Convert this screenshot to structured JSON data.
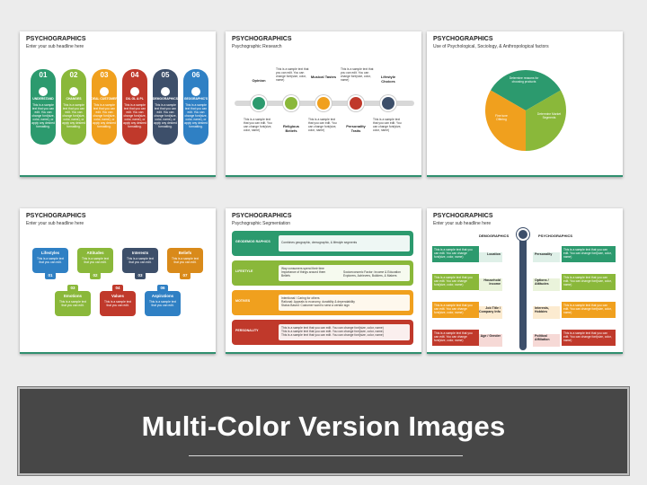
{
  "slides": {
    "s1": {
      "title": "PSYCHOGRAPHICS",
      "subtitle": "Enter your sub headline here",
      "items": [
        {
          "num": "01",
          "label": "UNDERSTAND",
          "color": "#2c9a6e"
        },
        {
          "num": "02",
          "label": "CHANGES",
          "color": "#8ab83a"
        },
        {
          "num": "03",
          "label": "DEAL CUSTOMER",
          "color": "#f0a01e"
        },
        {
          "num": "04",
          "label": "DIL GL & PL",
          "color": "#c0392b"
        },
        {
          "num": "05",
          "label": "DEMOGRAPHICS",
          "color": "#3d4f6a"
        },
        {
          "num": "06",
          "label": "GEOGRAPHIC'S",
          "color": "#2f80c4"
        }
      ],
      "body": "This is a sample text that you can edit. You can change font(size, color, name), or apply any desired formatting."
    },
    "s2": {
      "title": "PSYCHOGRAPHICS",
      "subtitle": "Psychographic Research",
      "top": [
        {
          "label": "Opinion"
        },
        {
          "label": "Musical Tastes"
        },
        {
          "label": "Lifestyle Choices"
        }
      ],
      "bottom": [
        {
          "label": "Religious Beliefs"
        },
        {
          "label": "Personality Traits"
        }
      ],
      "text": "This is a sample text that you can edit. You can change font(size, color, name)",
      "colors": [
        "#2c9a6e",
        "#8ab83a",
        "#f0a01e",
        "#c0392b",
        "#3d4f6a"
      ]
    },
    "s3": {
      "title": "PSYCHOGRAPHICS",
      "subtitle": "Use of Psychological, Sociology, & Anthropological factors",
      "sectors": [
        "Determine reasons for choosing products",
        "Determine Market Segments",
        "Fine tune Offering"
      ],
      "colors": [
        "#2c9a6e",
        "#8ab83a",
        "#f0a01e"
      ]
    },
    "s4": {
      "title": "PSYCHOGRAPHICS",
      "subtitle": "Enter your sub headline here",
      "top": [
        {
          "label": "Lifestyles",
          "num": "01",
          "color": "#2f80c4"
        },
        {
          "label": "Attitudes",
          "num": "02",
          "color": "#8ab83a"
        },
        {
          "label": "Interests",
          "num": "03",
          "color": "#3d4f6a"
        },
        {
          "label": "Beliefs",
          "num": "07",
          "color": "#d98a1a"
        }
      ],
      "bottom": [
        {
          "label": "Emotions",
          "num": "03",
          "color": "#8ab83a"
        },
        {
          "label": "Values",
          "num": "04",
          "color": "#c0392b"
        },
        {
          "label": "Aspirations",
          "num": "06",
          "color": "#2f80c4"
        }
      ],
      "text": "This is a sample text that you can edit."
    },
    "s5": {
      "title": "PSYCHOGRAPHICS",
      "subtitle": "Psychographic Segmentation",
      "rows": [
        {
          "head": "GEODEMOG RAPHICS",
          "color": "#2c9a6e",
          "lines": [
            "Combines geographic, demographic, & lifestyle segments"
          ]
        },
        {
          "head": "LIFESTYLE",
          "color": "#8ab83a",
          "lines": [
            "Way consumers spend their time",
            "Importance of things around them",
            "Beliefs",
            "Socioeconomic Factor: Income & Education",
            "Explorers, Achievers, Builders, & Makers"
          ]
        },
        {
          "head": "MOTIVES",
          "color": "#f0a01e",
          "lines": [
            "Intentional / Caring for others",
            "Rational: Appeals to economy, durability & dependability",
            "Status Based: Customer want to send a certain sign"
          ]
        },
        {
          "head": "PERSONALITY",
          "color": "#c0392b",
          "lines": [
            "This is a sample text that you can edit. You can change font(size, color, name)",
            "This is a sample text that you can edit. You can change font(size, color, name)",
            "This is a sample text that you can edit. You can change font(size, color, name)"
          ]
        }
      ]
    },
    "s6": {
      "title": "PSYCHOGRAPHICS",
      "subtitle": "Enter your sub headline here",
      "left_head": "DEMOGRAPHICS",
      "right_head": "PSYCHOGRAPHICS",
      "left": [
        "Location",
        "Household Income",
        "Job Title / Company Info",
        "Age / Gender"
      ],
      "right": [
        "Personality",
        "Options / Attitudes",
        "Interests, Hobbies",
        "Political Affiliation"
      ],
      "colors": [
        "#2c9a6e",
        "#8ab83a",
        "#f0a01e",
        "#c0392b"
      ],
      "text": "This is a sample text that you can edit. You can change font(size, color, name)"
    }
  },
  "banner": {
    "title": "Multi-Color Version Images"
  }
}
